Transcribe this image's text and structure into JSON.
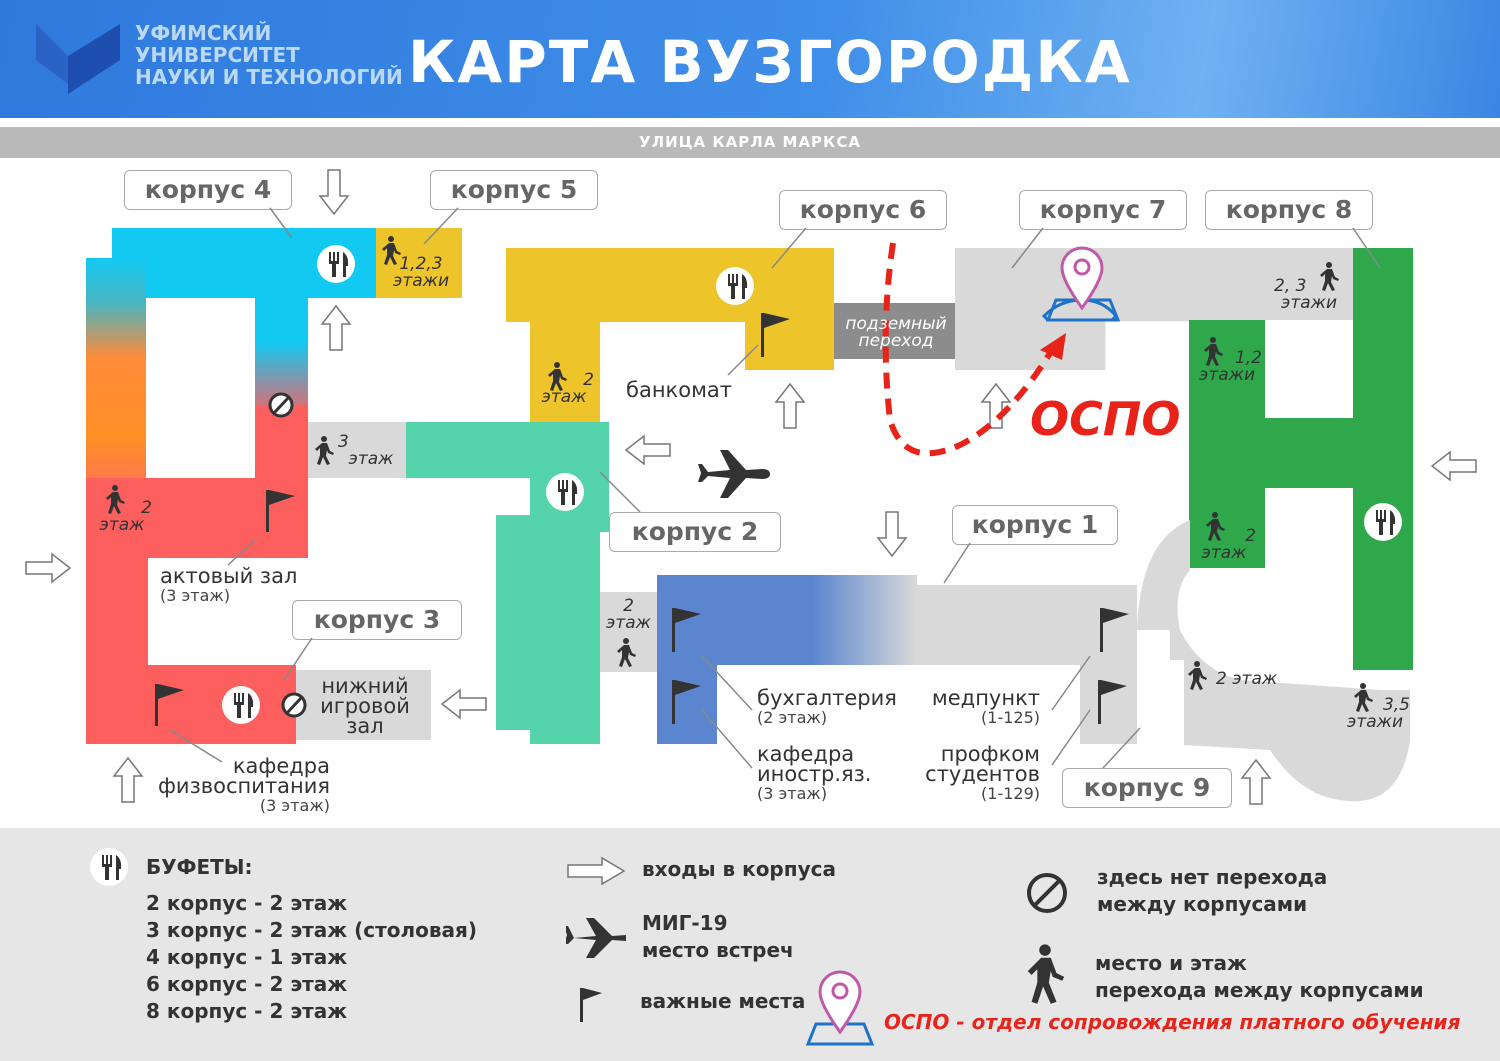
{
  "header": {
    "logo_line1": "УФИМСКИЙ",
    "logo_line2": "УНИВЕРСИТЕТ",
    "logo_line3": "НАУКИ И ТЕХНОЛОГИЙ",
    "title": "КАРТА ВУЗГОРОДКА"
  },
  "street": "УЛИЦА КАРЛА МАРКСА",
  "buildings": {
    "k1": "корпус 1",
    "k2": "корпус 2",
    "k3": "корпус 3",
    "k4": "корпус 4",
    "k5": "корпус 5",
    "k6": "корпус 6",
    "k7": "корпус 7",
    "k8": "корпус 8",
    "k9": "корпус 9"
  },
  "places": {
    "bankomat": "банкомат",
    "podzemny": "подземный",
    "perehod": "переход",
    "aktovy": "актовый зал",
    "aktovy_floor": "(3 этаж)",
    "nizhny1": "нижний",
    "nizhny2": "игровой",
    "nizhny3": "зал",
    "kafedra_fiz1": "кафедра",
    "kafedra_fiz2": "физвоспитания",
    "kafedra_fiz_floor": "(3 этаж)",
    "buh": "бухгалтерия",
    "buh_floor": "(2 этаж)",
    "kafedra_in1": "кафедра",
    "kafedra_in2": "иностр.яз.",
    "kafedra_in_floor": "(3 этаж)",
    "medpunkt": "медпункт",
    "medpunkt_room": "(1-125)",
    "profkom1": "профком",
    "profkom2": "студентов",
    "profkom_room": "(1-129)",
    "ospo": "ОСПО"
  },
  "transitions": {
    "t45_1": "1,2,3",
    "t45_2": "этажи",
    "t6_1": "2",
    "t6_2": "этаж",
    "t42_1": "3",
    "t42_2": "этаж",
    "t4_1": "2",
    "t4_2": "этаж",
    "t12_1": "2",
    "t12_2": "этаж",
    "t78_1": "2, 3",
    "t78_2": "этажи",
    "t8a_1": "1,2",
    "t8a_2": "этажи",
    "t8b_1": "2",
    "t8b_2": "этаж",
    "t9": "2 этаж",
    "t89_1": "3,5",
    "t89_2": "этажи"
  },
  "legend": {
    "bufety_title": "БУФЕТЫ:",
    "bufety": [
      "2 корпус - 2 этаж",
      "3 корпус - 2 этаж (столовая)",
      "4 корпус - 1 этаж",
      "6 корпус - 2 этаж",
      "8 корпус - 2 этаж"
    ],
    "entrances": "входы в корпуса",
    "mig1": "МИГ-19",
    "mig2": "место встреч",
    "important": "важные места",
    "no_pass1": "здесь нет перехода",
    "no_pass2": "между корпусами",
    "pass1": "место и этаж",
    "pass2": "перехода между корпусами",
    "ospo_note": "ОСПО - отдел сопровождения платного обучения"
  },
  "colors": {
    "k4": "#12c9f2",
    "k5": "#eec42b",
    "k6": "#eec42b",
    "k3": "#fd5f5f",
    "k2": "#55d3ab",
    "k1_blue": "#5b86cf",
    "k8": "#2fa84c",
    "gray": "#d9d9d9",
    "ospo": "#e8231a"
  }
}
